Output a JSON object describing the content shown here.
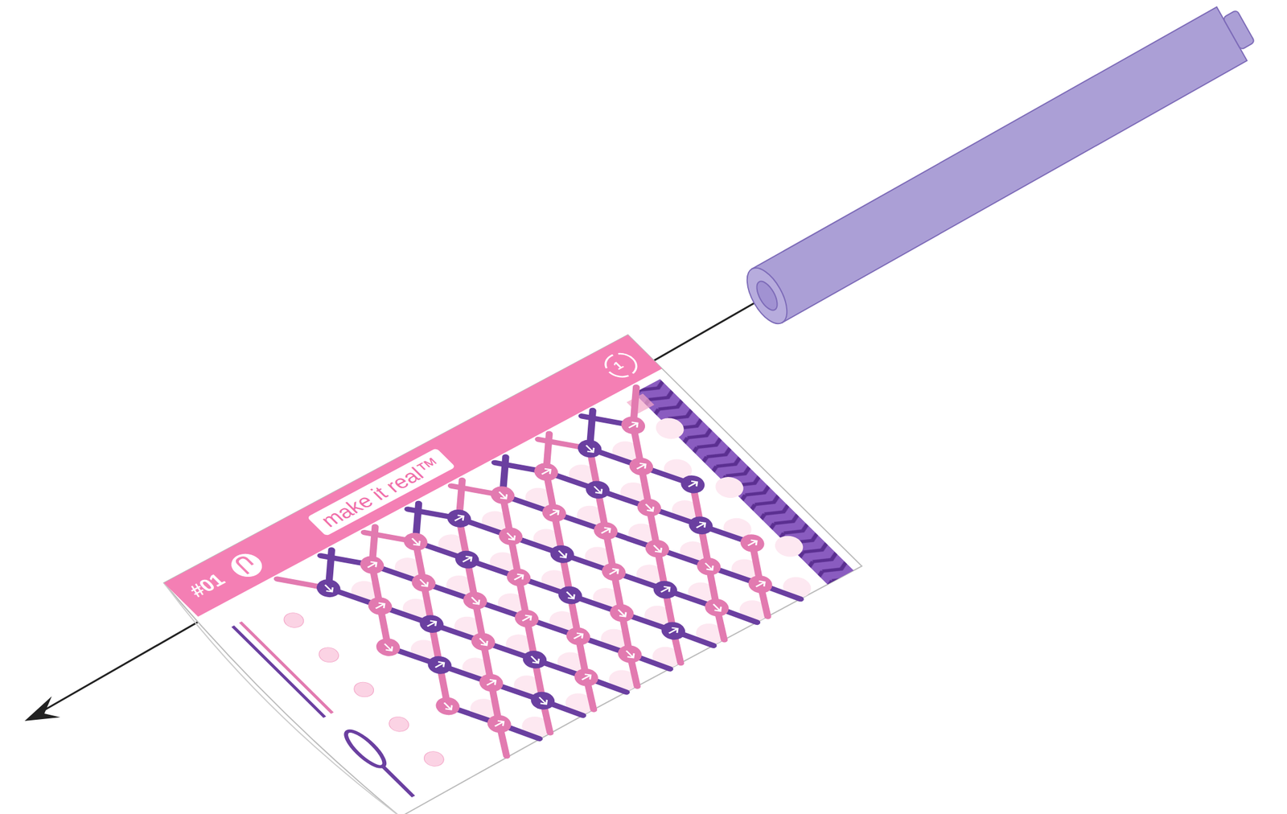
{
  "diagram": {
    "labels": [
      "#01",
      "make it real™",
      "1"
    ]
  }
}
